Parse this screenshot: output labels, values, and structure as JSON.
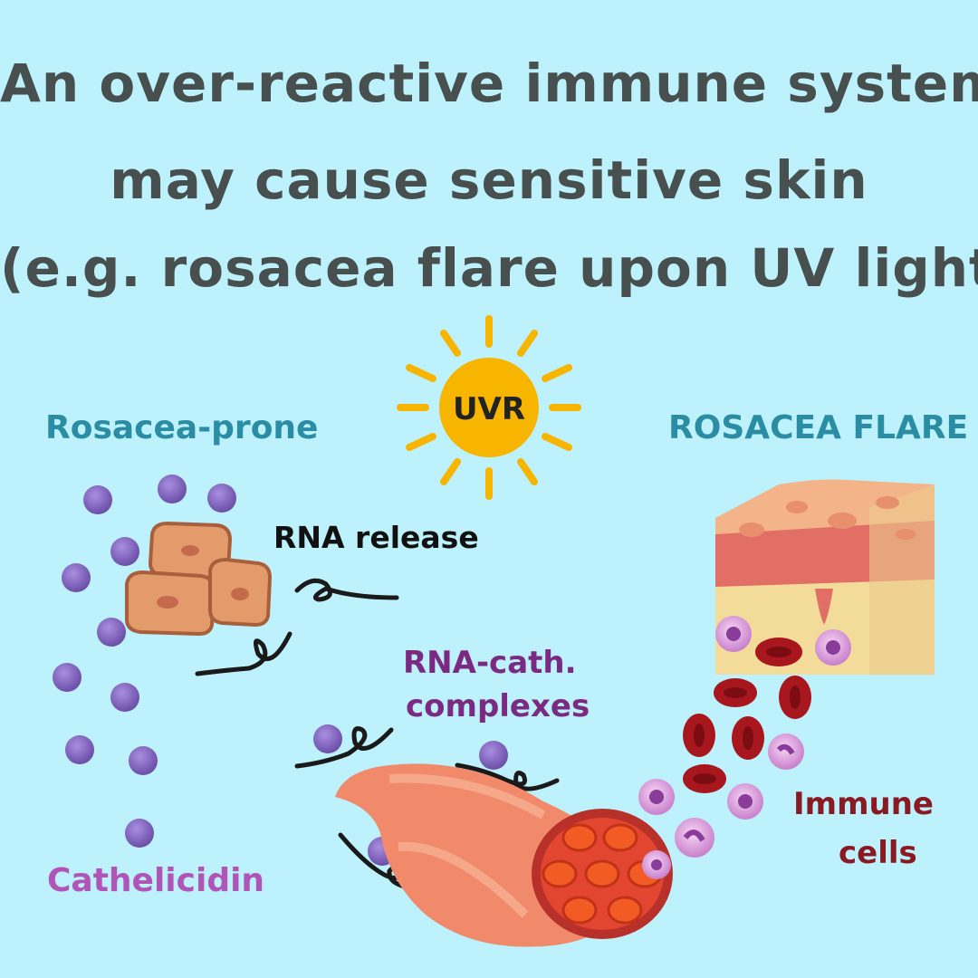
{
  "title": {
    "line1": "An over-reactive immune system",
    "line2": "may cause sensitive skin",
    "line3": "(e.g. rosacea flare upon UV light)"
  },
  "labels": {
    "sun": "UVR",
    "rosacea_prone": "Rosacea-prone",
    "rosacea_flare": "ROSACEA FLARE",
    "rna_release": "RNA release",
    "rna_cath_line1": "RNA-cath.",
    "rna_cath_line2": "complexes",
    "immune_line1": "Immune",
    "immune_line2": "cells",
    "cathelicidin": "Cathelicidin"
  },
  "colors": {
    "background": "#bdf1fb",
    "title": "#474f4f",
    "teal_label": "#2a8da3",
    "purple_label": "#7a2a80",
    "cathelicidin_label": "#b054b8",
    "immune_label": "#8a1a22",
    "sun": "#f7b500",
    "cathelicidin_dot": "#7e62b8"
  }
}
